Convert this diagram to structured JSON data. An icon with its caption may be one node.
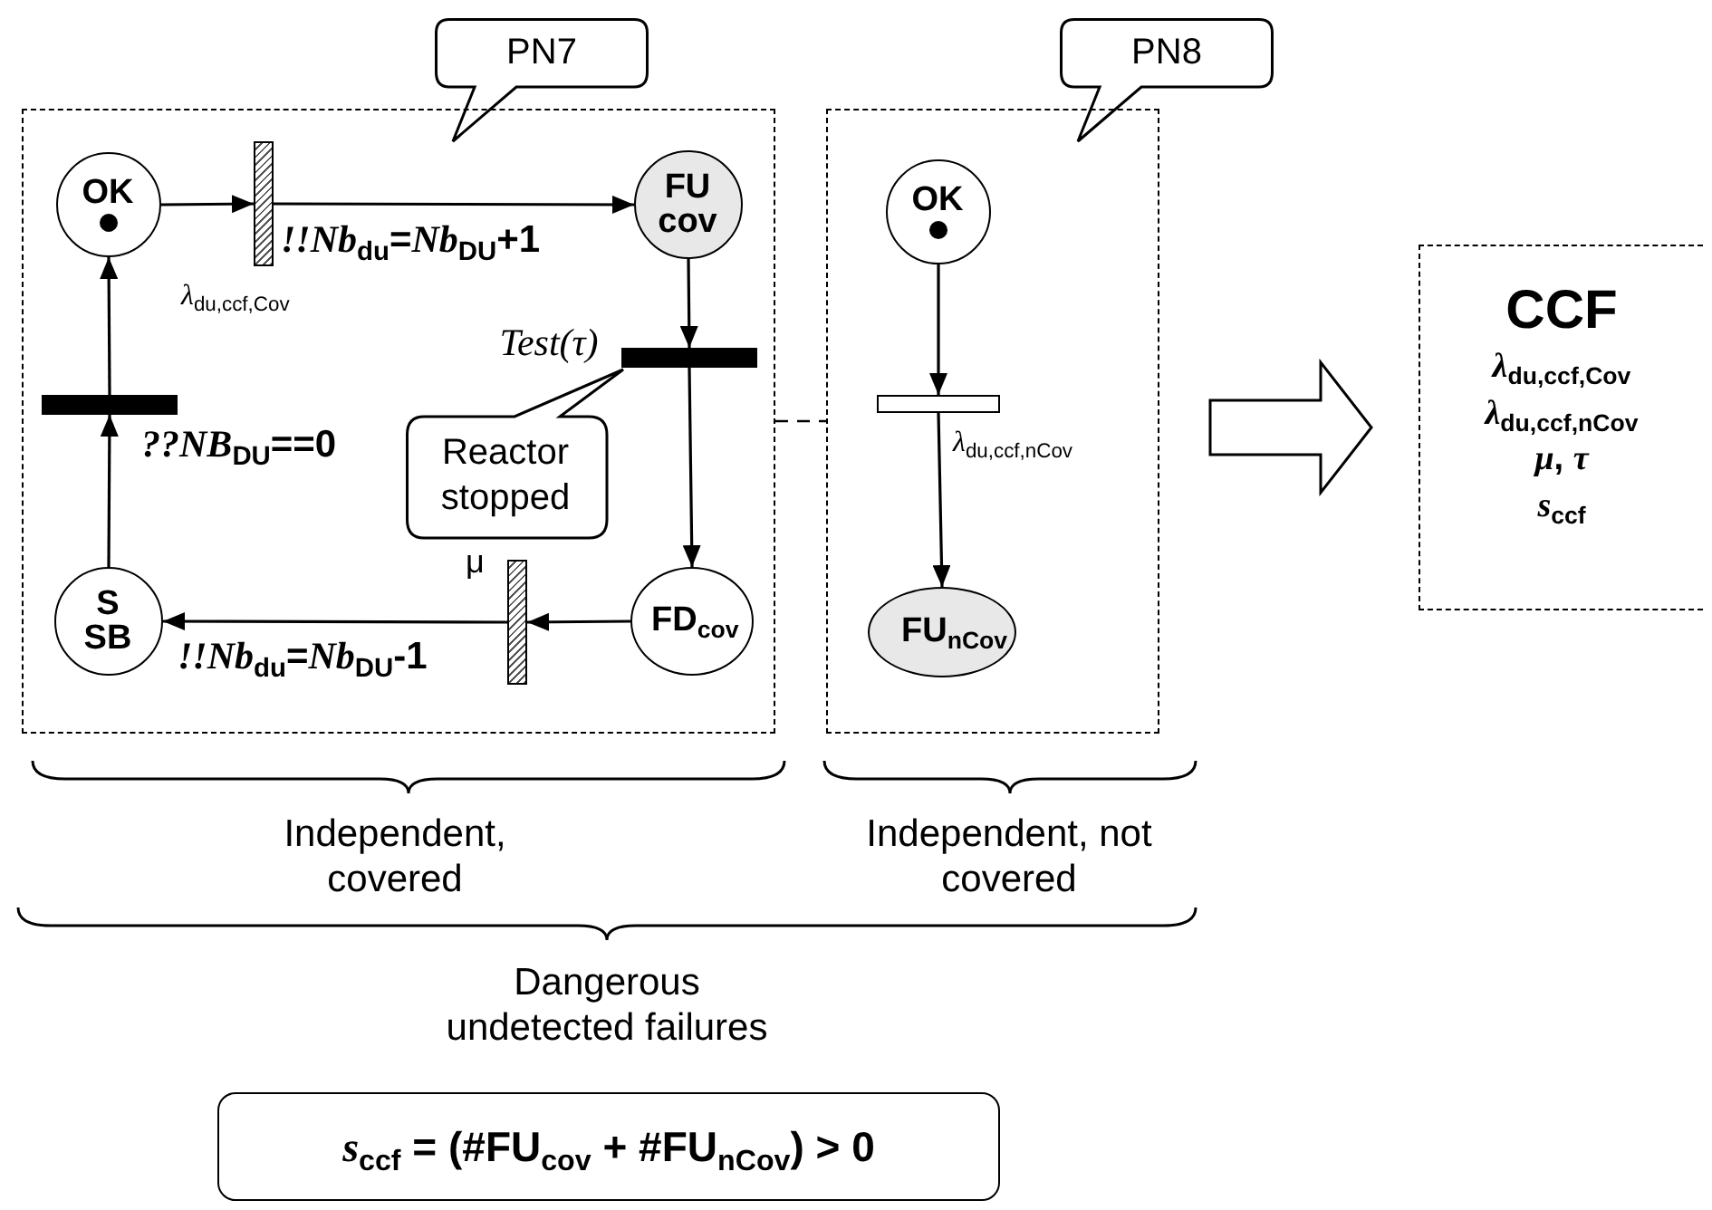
{
  "diagram": {
    "nodes": [
      {
        "text": [
          "PN7"
        ]
      },
      {
        "text": [],
        "shape": "box"
      },
      {
        "text": [
          "OK"
        ],
        "in": 1
      },
      {
        "text": [],
        "shape": "bar",
        "in": 1,
        "beside": [
          "*λ*$_{du,ccf,Cov}$"
        ]
      },
      {
        "text": [
          "FU cov"
        ],
        "in": 1
      },
      {
        "text": [],
        "shape": "bar",
        "in": 1
      },
      {
        "text": [
          "Reactor stopped"
        ],
        "in": 1
      },
      {
        "text": [
          "FD$_{cov}$"
        ],
        "in": 1
      },
      {
        "text": [],
        "shape": "bar",
        "in": 1,
        "beside": [
          "μ"
        ]
      },
      {
        "text": [
          "S SB"
        ],
        "in": 1
      },
      {
        "text": [],
        "shape": "bar",
        "in": 1
      },
      {
        "text": [
          "PN8"
        ]
      },
      {
        "text": [],
        "shape": "box"
      },
      {
        "text": [
          "OK"
        ],
        "in": 12
      },
      {
        "text": [],
        "shape": "bar",
        "in": 12,
        "beside": [
          "*λ*$_{du,ccf,nCov}$"
        ]
      },
      {
        "text": [
          "FU$_{nCov}$"
        ],
        "in": 12
      },
      {
        "text": [
          "CCF",
          "*λ*$_{du,ccf,Cov}$",
          "*λ*$_{du,ccf,nCov}$",
          "*μ*, *τ*",
          "*s*$_{ccf}$"
        ]
      },
      {
        "text": [
          "*s*$_{ccf}$ = (#FU$_{cov}$ + #FU$_{nCov}$) > 0"
        ]
      }
    ],
    "edges": [
      {
        "from": 2,
        "to": 3,
        "arrow": "to"
      },
      {
        "from": 3,
        "to": 4,
        "arrow": "to",
        "label": "*!!Nb*$_{du}$=*Nb*$_{DU}$+1"
      },
      {
        "from": 4,
        "to": 5,
        "arrow": "to"
      },
      {
        "from": 5,
        "to": 7,
        "arrow": "to"
      },
      {
        "from": 7,
        "to": 8,
        "arrow": "to"
      },
      {
        "from": 8,
        "to": 9,
        "arrow": "to",
        "label": "*!!Nb*$_{du}$=*Nb*$_{DU}$-1"
      },
      {
        "from": 9,
        "to": 10,
        "arrow": "to",
        "label": "*??NB*$_{DU}$==0"
      },
      {
        "from": 10,
        "to": 2,
        "arrow": "to"
      },
      {
        "from": 13,
        "to": 14,
        "arrow": "to"
      },
      {
        "from": 14,
        "to": 15,
        "arrow": "to"
      },
      {
        "from": 1,
        "to": 12,
        "arrow": "none",
        "style": "dashed"
      },
      {
        "from": 12,
        "to": 16,
        "arrow": "to",
        "style": "thick"
      }
    ],
    "labels": [
      "Test(τ)",
      "Independent, covered",
      "Independent, not covered",
      "Dangerous undetected failures"
    ]
  }
}
